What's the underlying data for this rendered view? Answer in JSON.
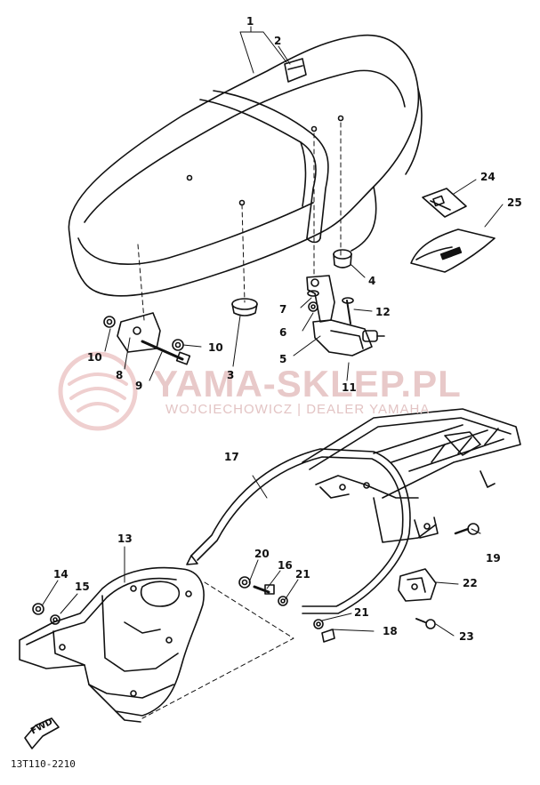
{
  "watermark": {
    "brand": "YAMA-SKLEP.PL",
    "subtitle": "WOJCIECHOWICZ | DEALER YAMAHA"
  },
  "diagram_code": "13T110-2210",
  "forward_arrow": "FWD",
  "callouts": {
    "c1": "1",
    "c2": "2",
    "c3": "3",
    "c4": "4",
    "c5": "5",
    "c6": "6",
    "c7": "7",
    "c8": "8",
    "c9": "9",
    "c10a": "10",
    "c10b": "10",
    "c11": "11",
    "c12": "12",
    "c13": "13",
    "c14": "14",
    "c15": "15",
    "c16": "16",
    "c17": "17",
    "c18": "18",
    "c19": "19",
    "c20": "20",
    "c21a": "21",
    "c21b": "21",
    "c22": "22",
    "c23": "23",
    "c24": "24",
    "c25": "25"
  }
}
